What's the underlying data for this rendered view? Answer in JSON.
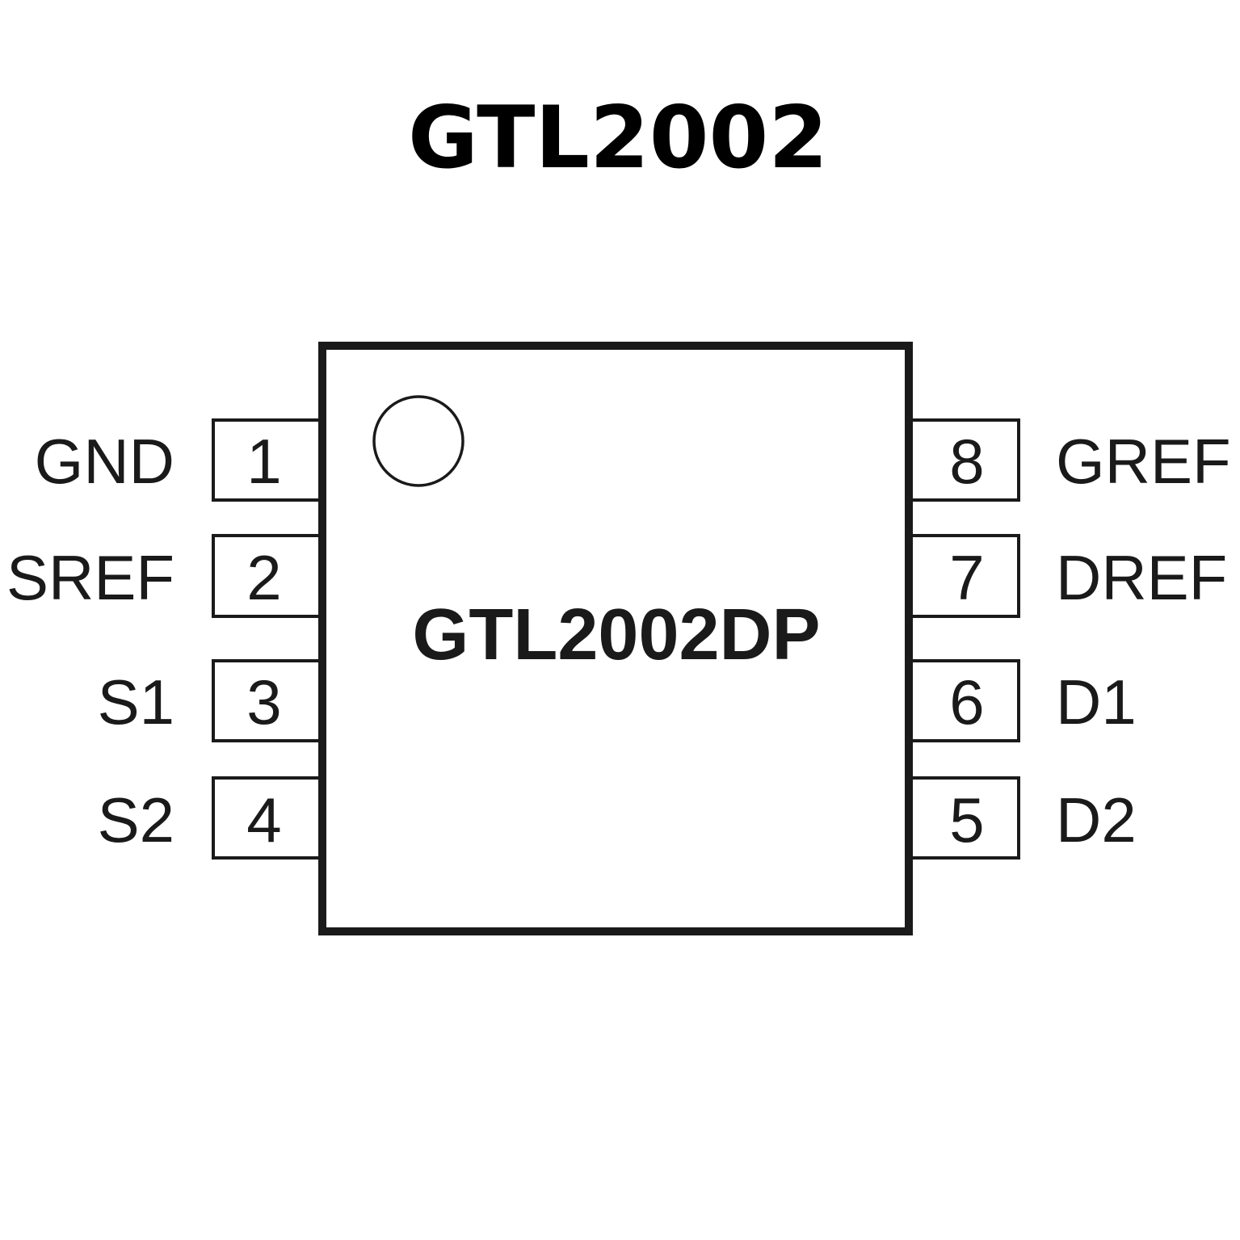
{
  "title": "GTL2002",
  "chip": {
    "label": "GTL2002DP",
    "colors": {
      "stroke": "#1a1a1a",
      "fill": "#ffffff"
    }
  },
  "pins": {
    "left": [
      {
        "number": "1",
        "name": "GND"
      },
      {
        "number": "2",
        "name": "SREF"
      },
      {
        "number": "3",
        "name": "S1"
      },
      {
        "number": "4",
        "name": "S2"
      }
    ],
    "right": [
      {
        "number": "8",
        "name": "GREF"
      },
      {
        "number": "7",
        "name": "DREF"
      },
      {
        "number": "6",
        "name": "D1"
      },
      {
        "number": "5",
        "name": "D2"
      }
    ]
  }
}
